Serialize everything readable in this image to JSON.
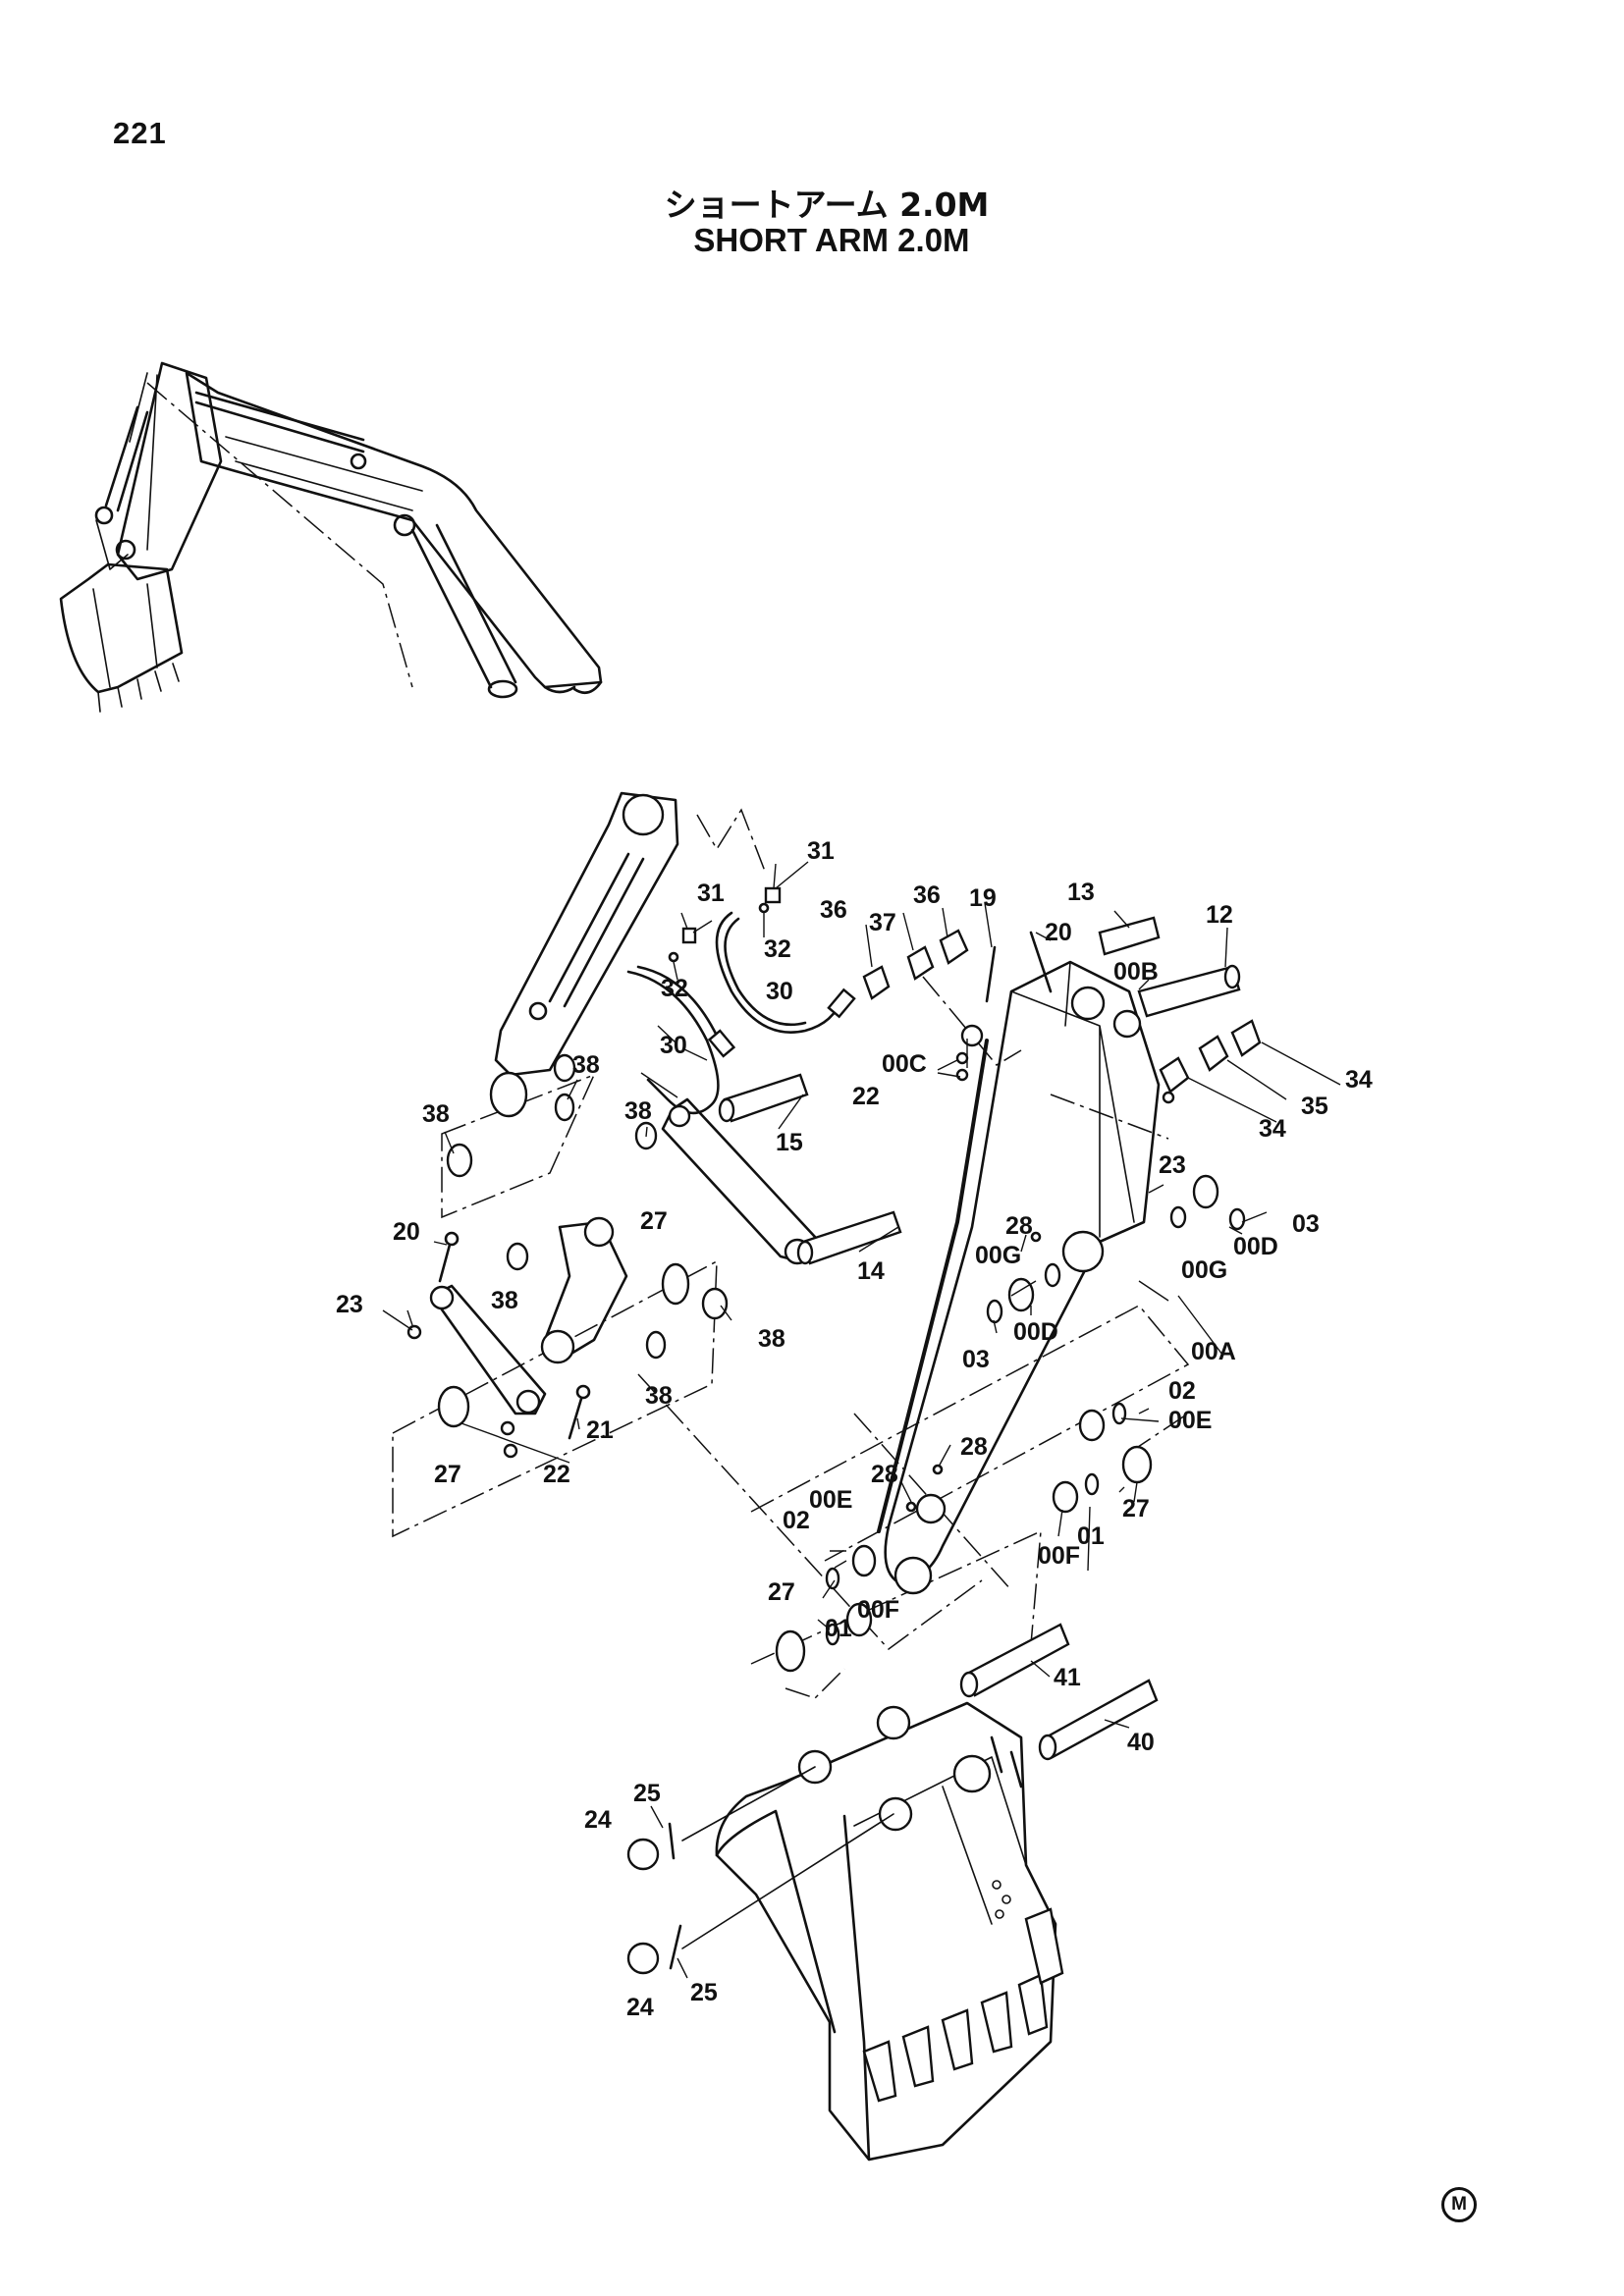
{
  "page": {
    "number": "221",
    "title_jp": "ショートアーム 2.0M",
    "title_en": "SHORT ARM 2.0M",
    "mark": "M"
  },
  "callouts": [
    {
      "id": "label-31a",
      "text": "31"
    },
    {
      "id": "label-31b",
      "text": "31"
    },
    {
      "id": "label-32a",
      "text": "32"
    },
    {
      "id": "label-32b",
      "text": "32"
    },
    {
      "id": "label-30a",
      "text": "30"
    },
    {
      "id": "label-30b",
      "text": "30"
    },
    {
      "id": "label-38a",
      "text": "38"
    },
    {
      "id": "label-38b",
      "text": "38"
    },
    {
      "id": "label-38c",
      "text": "38"
    },
    {
      "id": "label-38d",
      "text": "38"
    },
    {
      "id": "label-38e",
      "text": "38"
    },
    {
      "id": "label-38f",
      "text": "38"
    },
    {
      "id": "label-36a",
      "text": "36"
    },
    {
      "id": "label-36b",
      "text": "36"
    },
    {
      "id": "label-37",
      "text": "37"
    },
    {
      "id": "label-19",
      "text": "19"
    },
    {
      "id": "label-13",
      "text": "13"
    },
    {
      "id": "label-20a",
      "text": "20"
    },
    {
      "id": "label-20b",
      "text": "20"
    },
    {
      "id": "label-12",
      "text": "12"
    },
    {
      "id": "label-00b",
      "text": "00B"
    },
    {
      "id": "label-00c",
      "text": "00C"
    },
    {
      "id": "label-22a",
      "text": "22"
    },
    {
      "id": "label-22b",
      "text": "22"
    },
    {
      "id": "label-34a",
      "text": "34"
    },
    {
      "id": "label-34b",
      "text": "34"
    },
    {
      "id": "label-35",
      "text": "35"
    },
    {
      "id": "label-15",
      "text": "15"
    },
    {
      "id": "label-23a",
      "text": "23"
    },
    {
      "id": "label-23b",
      "text": "23"
    },
    {
      "id": "label-03a",
      "text": "03"
    },
    {
      "id": "label-03b",
      "text": "03"
    },
    {
      "id": "label-28a",
      "text": "28"
    },
    {
      "id": "label-28b",
      "text": "28"
    },
    {
      "id": "label-28c",
      "text": "28"
    },
    {
      "id": "label-00d-a",
      "text": "00D"
    },
    {
      "id": "label-00d-b",
      "text": "00D"
    },
    {
      "id": "label-00g-a",
      "text": "00G"
    },
    {
      "id": "label-00g-b",
      "text": "00G"
    },
    {
      "id": "label-27a",
      "text": "27"
    },
    {
      "id": "label-27b",
      "text": "27"
    },
    {
      "id": "label-27c",
      "text": "27"
    },
    {
      "id": "label-27d",
      "text": "27"
    },
    {
      "id": "label-14",
      "text": "14"
    },
    {
      "id": "label-00a",
      "text": "00A"
    },
    {
      "id": "label-02a",
      "text": "02"
    },
    {
      "id": "label-02b",
      "text": "02"
    },
    {
      "id": "label-00e-a",
      "text": "00E"
    },
    {
      "id": "label-00e-b",
      "text": "00E"
    },
    {
      "id": "label-21",
      "text": "21"
    },
    {
      "id": "label-01a",
      "text": "01"
    },
    {
      "id": "label-01b",
      "text": "01"
    },
    {
      "id": "label-00f-a",
      "text": "00F"
    },
    {
      "id": "label-00f-b",
      "text": "00F"
    },
    {
      "id": "label-41",
      "text": "41"
    },
    {
      "id": "label-40",
      "text": "40"
    },
    {
      "id": "label-25a",
      "text": "25"
    },
    {
      "id": "label-25b",
      "text": "25"
    },
    {
      "id": "label-24a",
      "text": "24"
    },
    {
      "id": "label-24b",
      "text": "24"
    }
  ]
}
